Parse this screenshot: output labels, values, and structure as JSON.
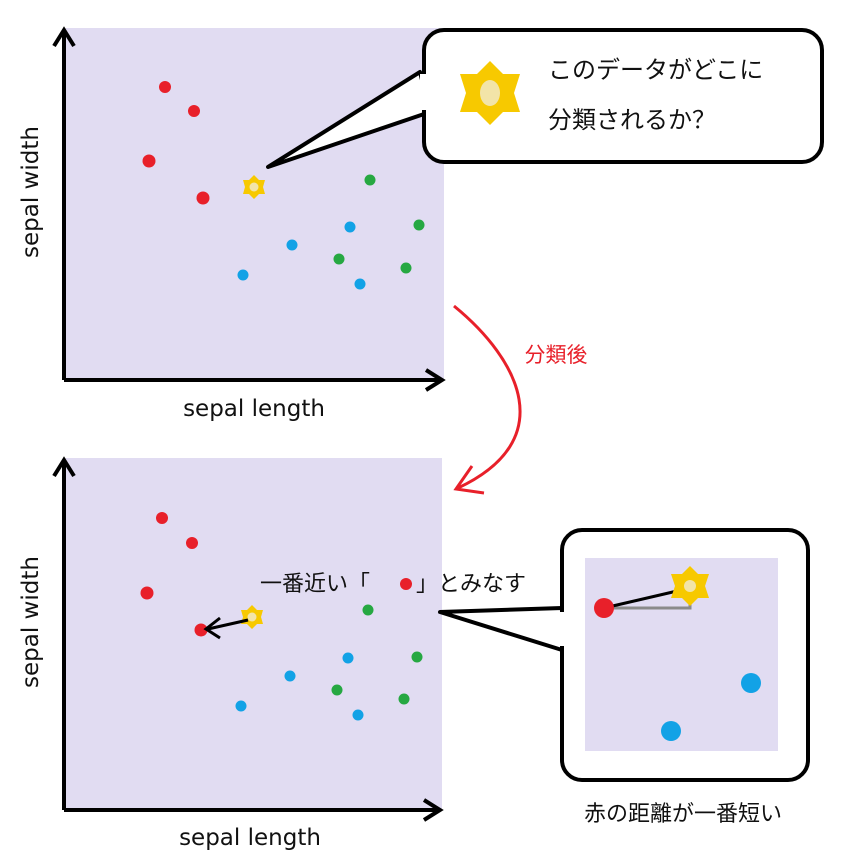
{
  "colors": {
    "panel_bg": "#e1dcf2",
    "red": "#e8202a",
    "green": "#26a842",
    "blue": "#12a2e6",
    "star": "#f7c900",
    "star_center": "#f2e4a8",
    "arrow_red": "#e8202a",
    "line_gray": "#8a8a8a"
  },
  "top_panel": {
    "xlabel": "sepal length",
    "ylabel": "sepal width",
    "callout_line1": "このデータがどこに",
    "callout_line2": "分類されるか？",
    "callout_icon": "star-icon"
  },
  "transition_label": "分類後",
  "bottom_panel": {
    "xlabel": "sepal length",
    "ylabel": "sepal width",
    "annotation_prefix": "一番近い「",
    "annotation_suffix": "」とみなす",
    "zoom_caption": "赤の距離が一番短い"
  }
}
